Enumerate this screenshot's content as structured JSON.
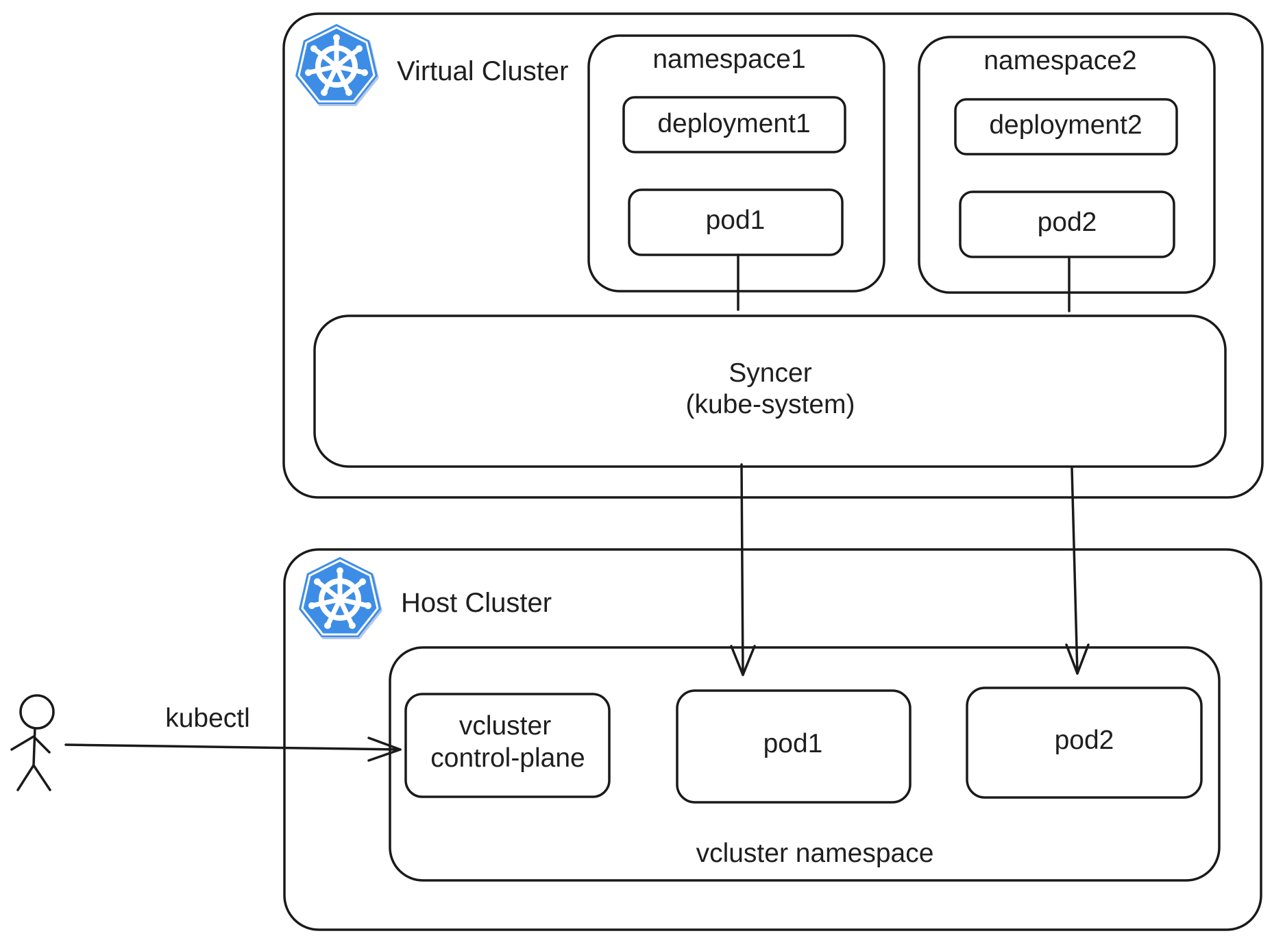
{
  "virtual_cluster": {
    "title": "Virtual Cluster",
    "namespaces": [
      {
        "title": "namespace1",
        "deployment": "deployment1",
        "pod": "pod1"
      },
      {
        "title": "namespace2",
        "deployment": "deployment2",
        "pod": "pod2"
      }
    ],
    "syncer": {
      "line1": "Syncer",
      "line2": "(kube-system)"
    }
  },
  "host_cluster": {
    "title": "Host Cluster",
    "namespace_label": "vcluster namespace",
    "control_plane": {
      "line1": "vcluster",
      "line2": "control-plane"
    },
    "pods": [
      "pod1",
      "pod2"
    ]
  },
  "user": {
    "edge_label": "kubectl"
  },
  "colors": {
    "kubernetes_blue": "#326ce5",
    "stroke": "#1a1a1a"
  },
  "icons": [
    "kubernetes-helm-icon",
    "stick-figure-user-icon"
  ]
}
